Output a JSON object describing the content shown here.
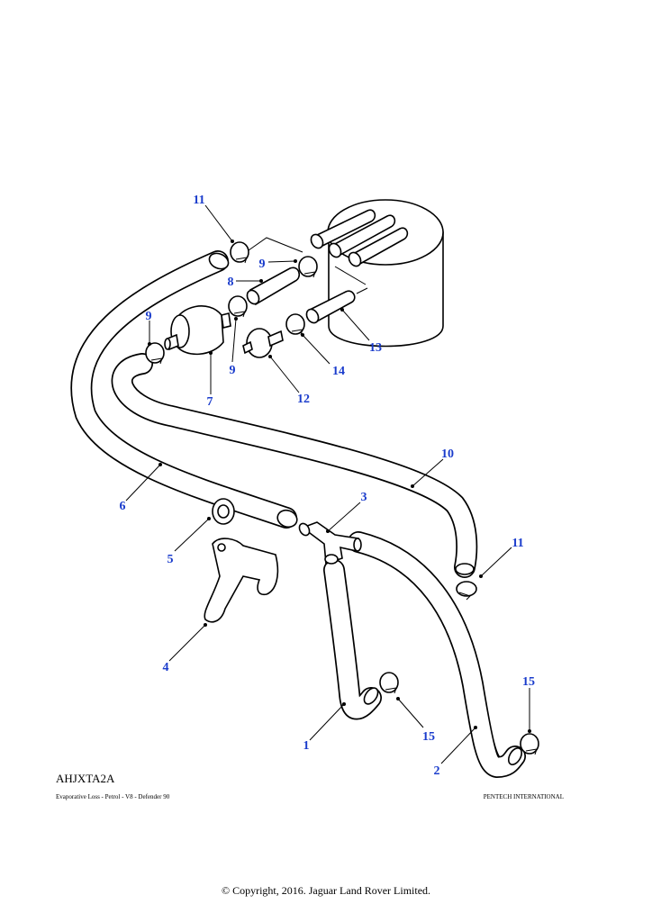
{
  "diagram": {
    "reference_code": "AHJXTA2A",
    "caption": "Evaporative Loss - Petrol - V8 - Defender 90",
    "publisher": "PENTECH INTERNATIONAL",
    "copyright": "© Copyright, 2016. Jaguar Land Rover Limited.",
    "callouts": [
      "11",
      "9",
      "8",
      "9",
      "7",
      "9",
      "12",
      "14",
      "13",
      "10",
      "6",
      "3",
      "5",
      "11",
      "4",
      "15",
      "1",
      "15",
      "2"
    ]
  }
}
